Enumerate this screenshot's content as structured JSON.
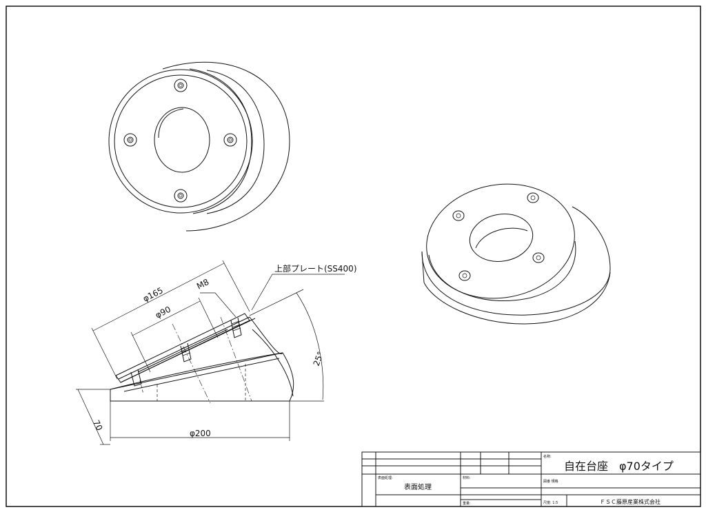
{
  "dimensions": {
    "d165": "φ165",
    "d90": "φ90",
    "m8": "M8",
    "angle": "25°",
    "h70": "70",
    "d200": "φ200"
  },
  "leader": {
    "label": "上部プレート(SS400)"
  },
  "title_block": {
    "surface_treatment_label": "表面処理:",
    "surface_treatment_value": "表面処理",
    "material_label": "材料:",
    "weight_label": "重量:",
    "name_label": "名称:",
    "title": "自在台座　φ70タイプ",
    "drawing_no_label": "図番 規格",
    "scale_label": "尺度: 1:5",
    "company": "ＦＳＣ藤原産業株式会社"
  }
}
